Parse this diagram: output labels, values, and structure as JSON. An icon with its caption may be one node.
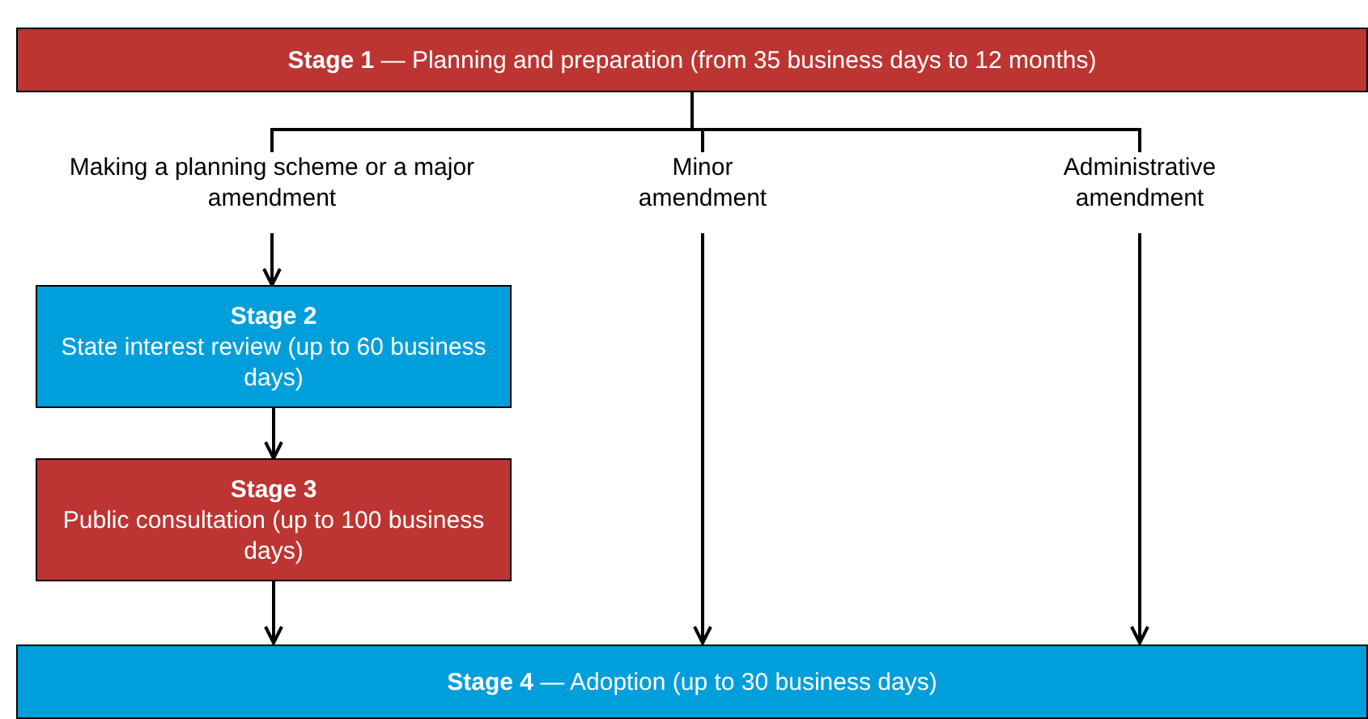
{
  "diagram": {
    "nodes": [
      {
        "text": [
          "**Stage 1** — Planning and preparation (from 35 business days to 12 months)"
        ]
      },
      {
        "text": [
          "Making a planning scheme or a major amendment"
        ]
      },
      {
        "text": [
          "Minor amendment"
        ]
      },
      {
        "text": [
          "Administrative amendment"
        ]
      },
      {
        "text": [
          "Stage 2",
          "State interest review (up to 60 business days)"
        ]
      },
      {
        "text": [
          "Stage 3",
          "Public consultation (up to 100 business days)"
        ]
      },
      {
        "text": [
          "**Stage 4** — Adoption (up to 30 business days)"
        ]
      }
    ],
    "edges": [
      {
        "from": 0,
        "to": 1,
        "arrow": "none"
      },
      {
        "from": 0,
        "to": 2,
        "arrow": "none"
      },
      {
        "from": 0,
        "to": 3,
        "arrow": "none"
      },
      {
        "from": 1,
        "to": 4,
        "arrow": "to"
      },
      {
        "from": 4,
        "to": 5,
        "arrow": "to"
      },
      {
        "from": 5,
        "to": 6,
        "arrow": "to"
      },
      {
        "from": 2,
        "to": 6,
        "arrow": "to"
      },
      {
        "from": 3,
        "to": 6,
        "arrow": "to"
      }
    ]
  }
}
